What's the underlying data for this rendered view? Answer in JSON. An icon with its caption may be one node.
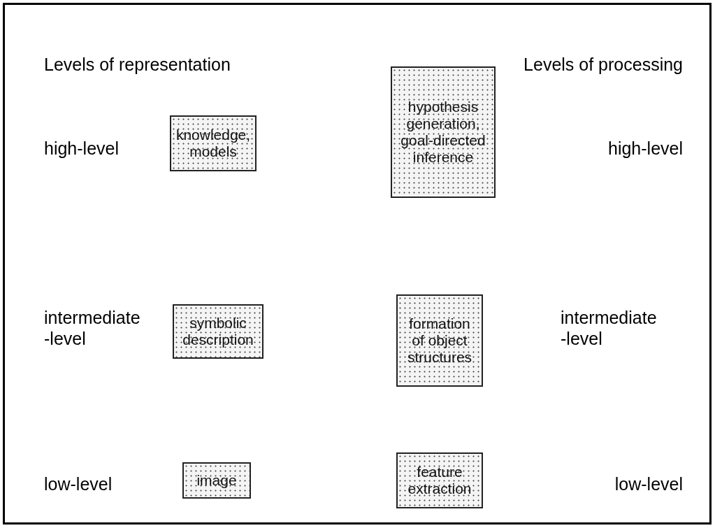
{
  "diagram": {
    "nodes": [
      {
        "text": [
          "knowledge, models"
        ]
      },
      {
        "text": [
          "hypothesis generation, goal-directed inference"
        ]
      },
      {
        "text": [
          "symbolic description"
        ]
      },
      {
        "text": [
          "formation of object structures"
        ]
      },
      {
        "text": [
          "image"
        ]
      },
      {
        "text": [
          "feature extraction"
        ]
      }
    ],
    "labels": [
      "Levels of representation",
      "Levels of processing",
      "high-level",
      "high-level",
      "intermediate -level",
      "intermediate -level",
      "low-level",
      "low-level"
    ]
  }
}
